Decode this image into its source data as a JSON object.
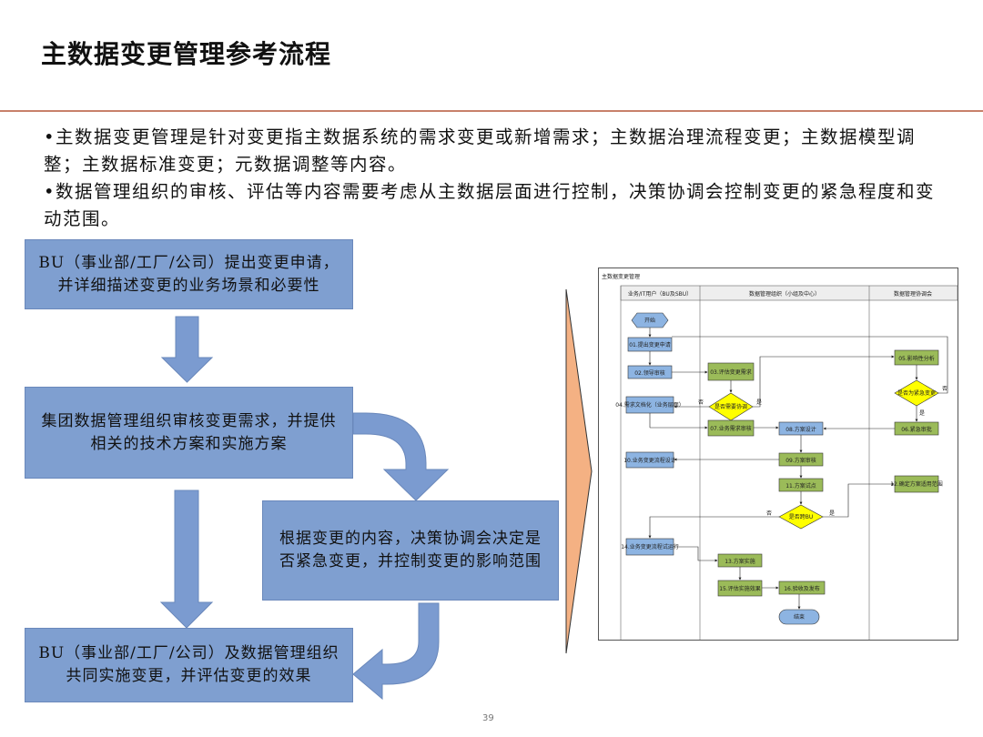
{
  "title": "主数据变更管理参考流程",
  "bullets": [
    "•主数据变更管理是针对变更指主数据系统的需求变更或新增需求；主数据治理流程变更；主数据模型调整；主数据标准变更；元数据调整等内容。",
    "•数据管理组织的审核、评估等内容需要考虑从主数据层面进行控制，决策协调会控制变更的紧急程度和变动范围。"
  ],
  "boxes": {
    "box1": "BU（事业部/工厂/公司）提出变更申请，并详细描述变更的业务场景和必要性",
    "box2": "集团数据管理组织审核变更需求，并提供相关的技术方案和实施方案",
    "box3": "根据变更的内容，决策协调会决定是否紧急变更，并控制变更的影响范围",
    "box4": "BU（事业部/工厂/公司）及数据管理组织共同实施变更，并评估变更的效果"
  },
  "flowchart": {
    "title": "主数据变更管理",
    "lanes": [
      "业务/IT用户（BU及SBU）",
      "数据管理组织（小组及中心）",
      "数据管理协调会"
    ],
    "start": "开始",
    "end": "结束",
    "steps": {
      "s01": "01.提出变更申请",
      "s02": "02.领导审核",
      "s03": "03.评估变更需求",
      "s04": "04.需求文档化（业务层面）",
      "s05": "05.影响性分析",
      "d1": "是否需要协调",
      "d2": "是否为紧急变更",
      "s06": "06.紧急审批",
      "s07": "07.业务需求审核",
      "s08": "08.方案设计",
      "s09": "09.方案审核",
      "s10": "10.业务变更流程设计",
      "s11": "11.方案试点",
      "s12": "12.确定方案适用范围",
      "d3": "是否跨BU",
      "s13": "13.方案实施",
      "s14": "14.业务变更流程试运行",
      "s15": "15.评估实施效果",
      "s16": "16.验收及发布"
    },
    "labels": {
      "yes": "是",
      "no": "否"
    }
  },
  "page_number": "39",
  "colors": {
    "box_fill": "#7f9fd0",
    "arrow_fill": "#7b9bd0",
    "triangle_fill": "#f4b183",
    "rule": "#c8806a"
  }
}
